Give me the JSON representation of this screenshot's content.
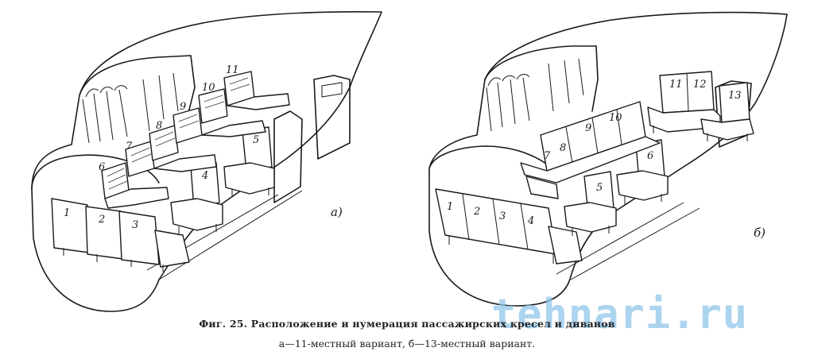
{
  "figure": {
    "caption_line1": "Фиг. 25. Расположение и нумерация пассажирских кресел и диванов",
    "caption_line2": "а—11-местный вариант, б—13-местный вариант.",
    "watermark": "tehnari.ru"
  },
  "variant_a": {
    "label": "а)",
    "seats": [
      "1",
      "2",
      "3",
      "4",
      "5",
      "6",
      "7",
      "8",
      "9",
      "10",
      "11"
    ]
  },
  "variant_b": {
    "label": "б)",
    "seats": [
      "1",
      "2",
      "3",
      "4",
      "5",
      "6",
      "7",
      "8",
      "9",
      "10",
      "11",
      "12",
      "13"
    ]
  }
}
